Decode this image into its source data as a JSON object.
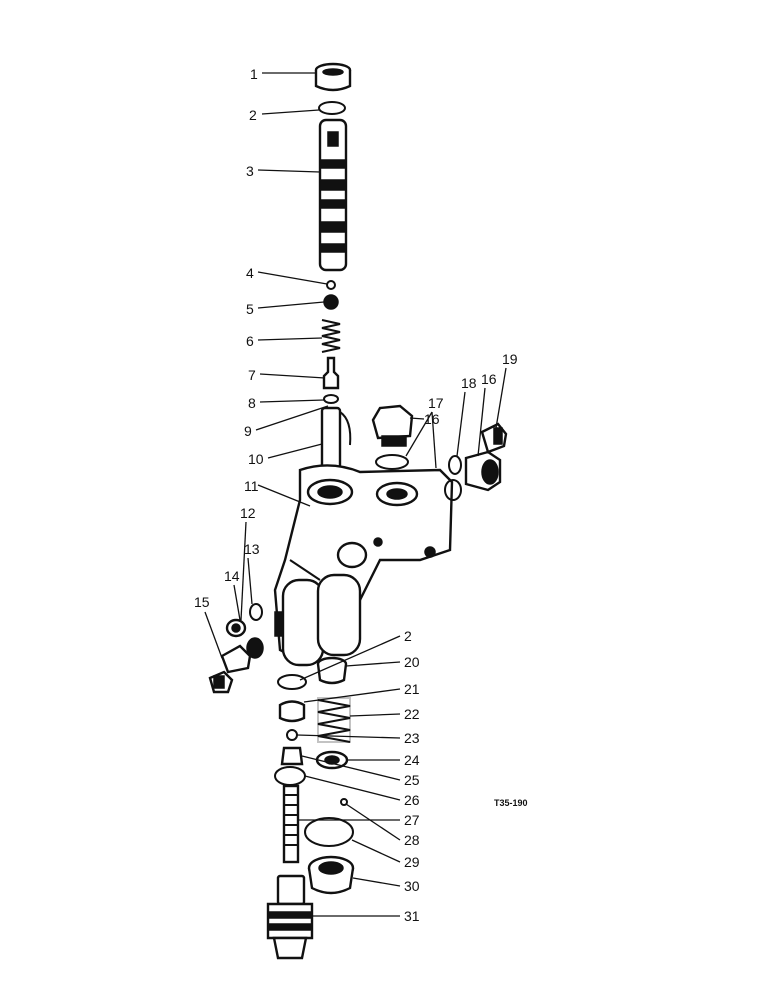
{
  "drawing_code": "T35-190",
  "callouts": [
    "1",
    "2",
    "3",
    "4",
    "5",
    "6",
    "7",
    "8",
    "9",
    "10",
    "11",
    "12",
    "13",
    "14",
    "15",
    "16",
    "16",
    "17",
    "18",
    "19",
    "2",
    "20",
    "21",
    "22",
    "23",
    "24",
    "25",
    "26",
    "27",
    "28",
    "29",
    "30",
    "31"
  ]
}
